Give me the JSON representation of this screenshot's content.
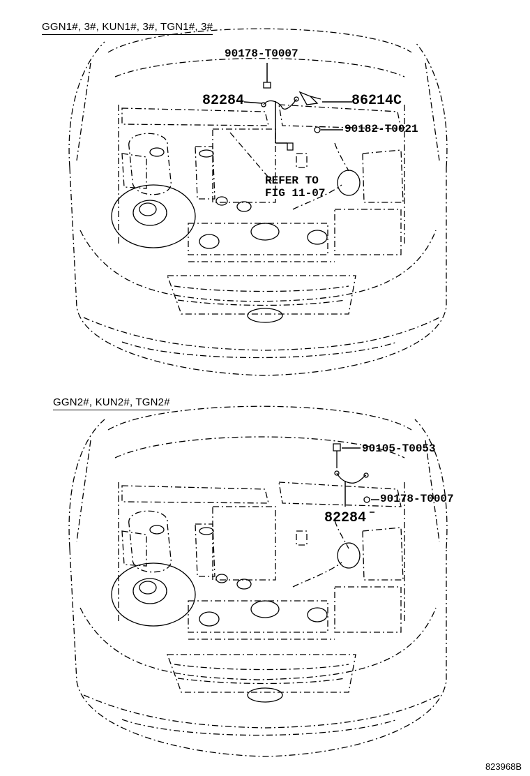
{
  "panels": [
    {
      "header": "GGN1#, 3#, KUN1#, 3#, TGN1#, 3#",
      "labels": {
        "bolt_top": "90178-T0007",
        "cable": "82284",
        "clamp": "86214C",
        "nut": "90182-T0021",
        "refer_line1": "REFER TO",
        "refer_line2": "FIG 11-07"
      }
    },
    {
      "header": "GGN2#, KUN2#, TGN2#",
      "labels": {
        "bolt_top": "90105-T0053",
        "nut": "90178-T0007",
        "cable": "82284"
      }
    }
  ],
  "footer": "823968B"
}
